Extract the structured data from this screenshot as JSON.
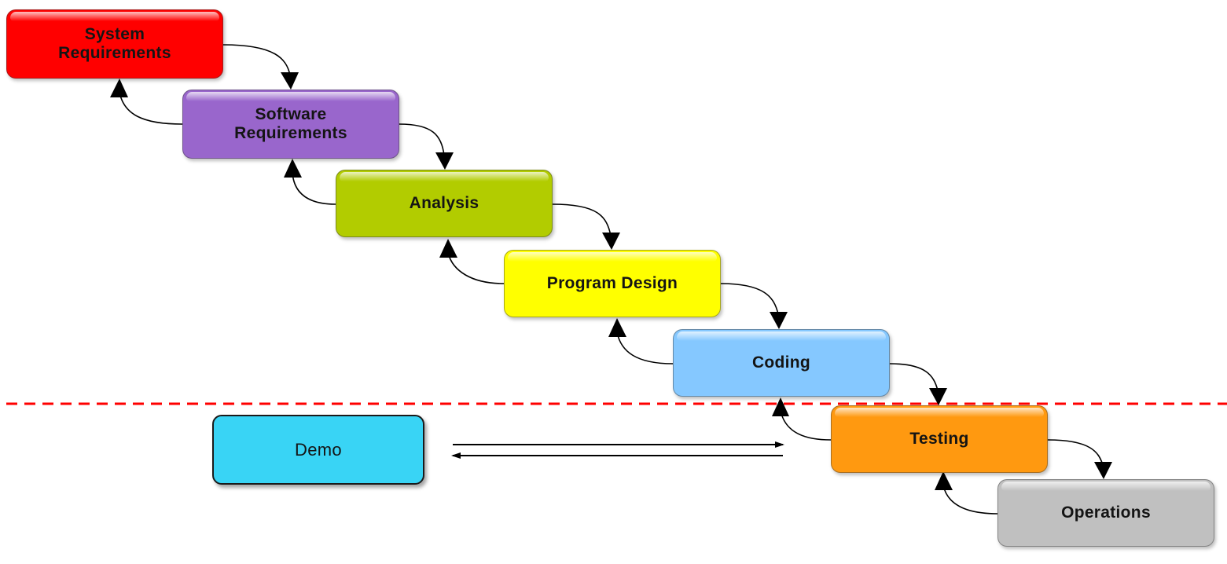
{
  "diagram": {
    "stages": [
      {
        "id": "system",
        "label": "System\nRequirements",
        "color": "#ff0000"
      },
      {
        "id": "software",
        "label": "Software\nRequirements",
        "color": "#9966cc"
      },
      {
        "id": "analysis",
        "label": "Analysis",
        "color": "#b2cc00"
      },
      {
        "id": "design",
        "label": "Program Design",
        "color": "#ffff00"
      },
      {
        "id": "coding",
        "label": "Coding",
        "color": "#85c8ff"
      },
      {
        "id": "testing",
        "label": "Testing",
        "color": "#ff9910"
      },
      {
        "id": "operations",
        "label": "Operations",
        "color": "#c0c0c0"
      }
    ],
    "demo": {
      "label": "Demo",
      "color": "#39d4f5"
    },
    "divider_color": "#ff0000"
  }
}
